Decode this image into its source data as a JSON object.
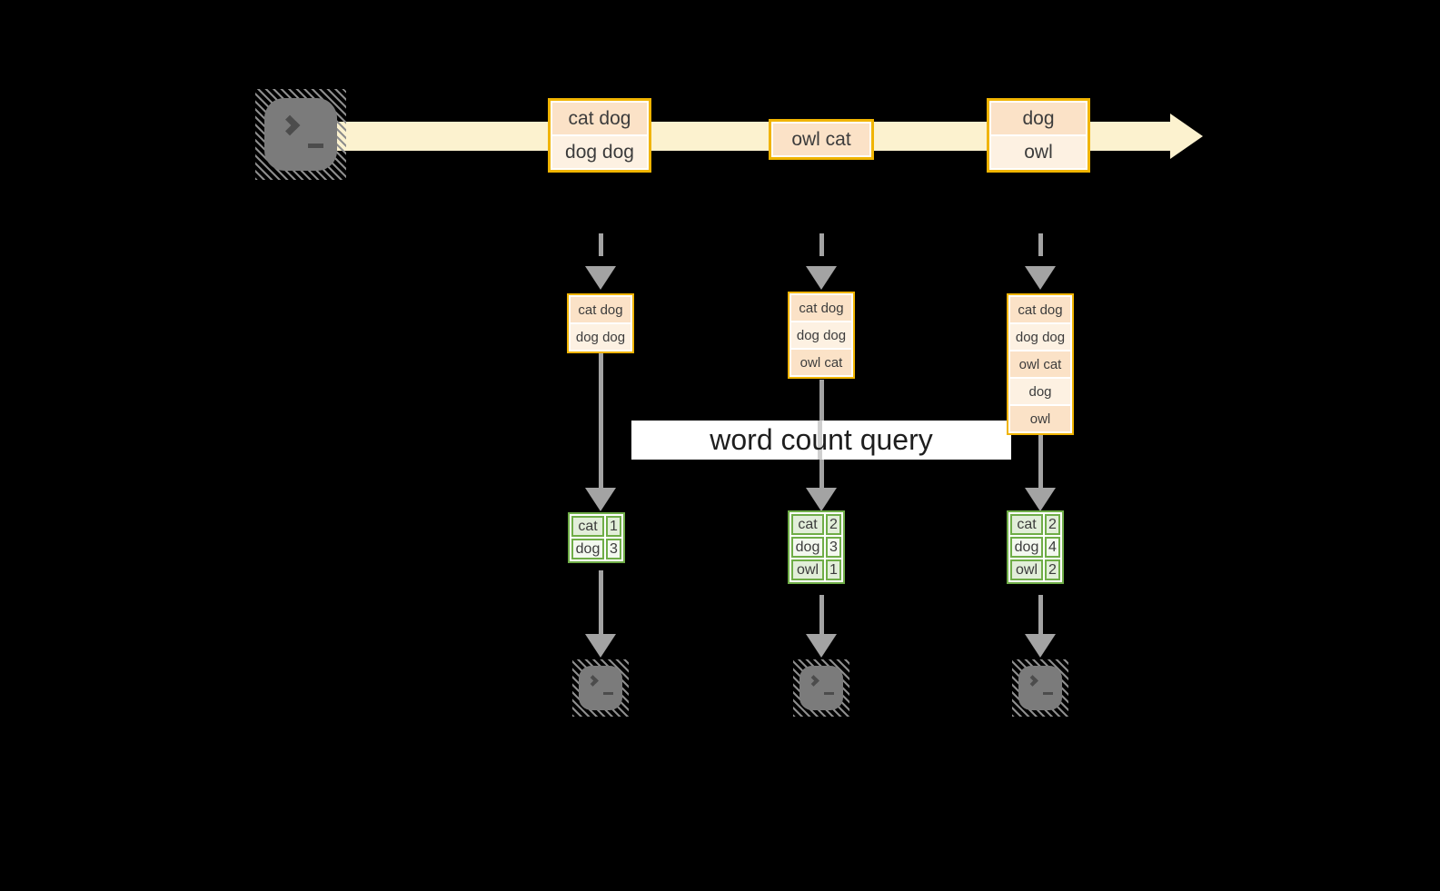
{
  "query_label": {
    "text": "word count query"
  },
  "stream": {
    "source_icon": "terminal-icon",
    "events": [
      {
        "records": [
          "cat dog",
          "dog dog"
        ]
      },
      {
        "records": [
          "owl cat"
        ]
      },
      {
        "records": [
          "dog",
          "owl"
        ]
      }
    ]
  },
  "states": [
    {
      "records": [
        "cat dog",
        "dog dog"
      ]
    },
    {
      "records": [
        "cat dog",
        "dog dog",
        "owl cat"
      ]
    },
    {
      "records": [
        "cat dog",
        "dog dog",
        "owl cat",
        "dog",
        "owl"
      ]
    }
  ],
  "results": [
    {
      "rows": [
        [
          "cat",
          "1"
        ],
        [
          "dog",
          "3"
        ]
      ]
    },
    {
      "rows": [
        [
          "cat",
          "2"
        ],
        [
          "dog",
          "3"
        ],
        [
          "owl",
          "1"
        ]
      ]
    },
    {
      "rows": [
        [
          "cat",
          "2"
        ],
        [
          "dog",
          "4"
        ],
        [
          "owl",
          "2"
        ]
      ]
    }
  ],
  "colors": {
    "background": "#000000",
    "stream_band": "#fcf2cf",
    "record_border": "#f0b400",
    "record_fill_dark": "#fbe2c7",
    "record_fill_light": "#fdf1e2",
    "table_border": "#6fad47",
    "table_fill_dark": "#e2eed9",
    "table_fill_light": "#f3f8ef",
    "arrow": "#a3a3a3",
    "terminal_gray": "#7b7b7b"
  }
}
